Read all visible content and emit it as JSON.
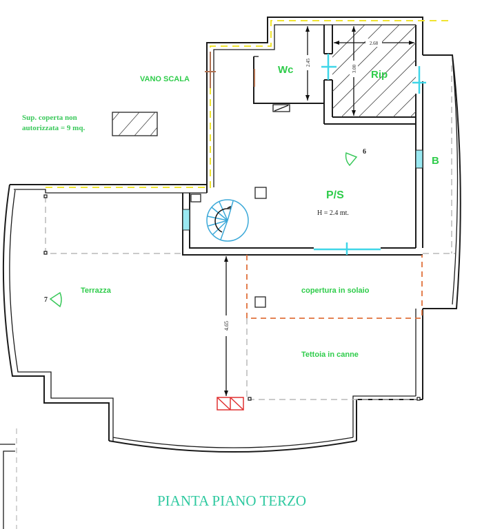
{
  "plan": {
    "title": "PIANTA PIANO TERZO",
    "rooms": [
      {
        "id": "wc",
        "label": "Wc"
      },
      {
        "id": "rip",
        "label": "Rip"
      },
      {
        "id": "ps",
        "label": "P/S",
        "height_note": "H = 2.4 mt."
      },
      {
        "id": "b",
        "label": "B"
      },
      {
        "id": "terrazza",
        "label": "Terrazza"
      },
      {
        "id": "copertura",
        "label": "copertura in solaio"
      },
      {
        "id": "tettoia",
        "label": "Tettoia in canne"
      },
      {
        "id": "vano_scala",
        "label": "VANO SCALA"
      }
    ],
    "notes": {
      "sup_line1": "Sup. coperta non",
      "sup_line2": "autorizzata = 9 mq."
    },
    "dimensions": {
      "wc_height": "2.45",
      "rip_height": "3.00",
      "rip_width": "2.68",
      "terrace_depth": "4.65"
    },
    "viewpoints": [
      {
        "id": "vp6",
        "number": "6"
      },
      {
        "id": "vp7",
        "number": "7"
      }
    ],
    "colors": {
      "label_green": "#2ecc4a",
      "title_teal": "#2fc9a0",
      "window_cyan": "#3fd6e8",
      "dashed_orange": "#e0703a",
      "dashed_yellow": "#f0e430",
      "stair_blue": "#3aa8d8",
      "red_marker": "#e03030"
    }
  }
}
